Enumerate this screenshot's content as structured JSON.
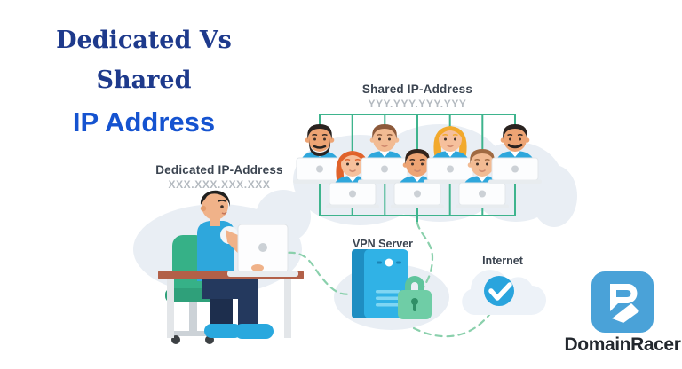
{
  "title": {
    "line1": "Dedicated Vs",
    "line2": "Shared",
    "line3": "IP Address"
  },
  "sections": {
    "shared": {
      "label": "Shared IP-Address",
      "ip": "YYY.YYY.YYY.YYY"
    },
    "dedicated": {
      "label": "Dedicated IP-Address",
      "ip": "XXX.XXX.XXX.XXX"
    },
    "vpn": {
      "label": "VPN Server"
    },
    "internet": {
      "label": "Internet"
    }
  },
  "logo": {
    "brand": "DomainRacer",
    "mark_letter": "R",
    "mark_color": "#4aa2d8",
    "text_color": "#23282e"
  },
  "colors": {
    "title_navy": "#1e3a8c",
    "title_blue": "#1553d0",
    "label_dark": "#3b4450",
    "ip_gray": "#b4bac0",
    "line_green": "#3eb48d",
    "dashed_green": "#8ad0ac",
    "cloud_bg": "#e9eef4",
    "shirt_cyan": "#2ea7dc",
    "server_front": "#30b2e6",
    "server_side": "#1e8ec2",
    "lock_green": "#6fcda6",
    "check_blue": "#2aa4dd",
    "desk_brown": "#b26048",
    "chair_green": "#36b187",
    "pants_navy": "#24395e"
  },
  "people": [
    {
      "name": "man-dark-beard",
      "row": "top",
      "col": 0,
      "hair_style": "short",
      "facial": "beard",
      "hair_color": "#2a2320",
      "skin_color": "#eda474"
    },
    {
      "name": "woman-red-hair",
      "row": "bottom",
      "col": 1,
      "hair_style": "long",
      "facial": "none",
      "hair_color": "#e0622a",
      "skin_color": "#f6c09c"
    },
    {
      "name": "boy-brown-hair",
      "row": "top",
      "col": 2,
      "hair_style": "short",
      "facial": "none",
      "hair_color": "#8d5a3b",
      "skin_color": "#f2bb93"
    },
    {
      "name": "boy-dark-hair",
      "row": "bottom",
      "col": 3,
      "hair_style": "short",
      "facial": "none",
      "hair_color": "#33241c",
      "skin_color": "#eda474"
    },
    {
      "name": "woman-blonde-hair",
      "row": "top",
      "col": 4,
      "hair_style": "long",
      "facial": "none",
      "hair_color": "#f2a92c",
      "skin_color": "#f6c09c"
    },
    {
      "name": "boy-light-brown-hair",
      "row": "bottom",
      "col": 5,
      "hair_style": "short",
      "facial": "none",
      "hair_color": "#a06a42",
      "skin_color": "#f2bb93"
    },
    {
      "name": "man-dark-mustache",
      "row": "top",
      "col": 6,
      "hair_style": "short",
      "facial": "mustache",
      "hair_color": "#2a2320",
      "skin_color": "#eda474"
    }
  ]
}
